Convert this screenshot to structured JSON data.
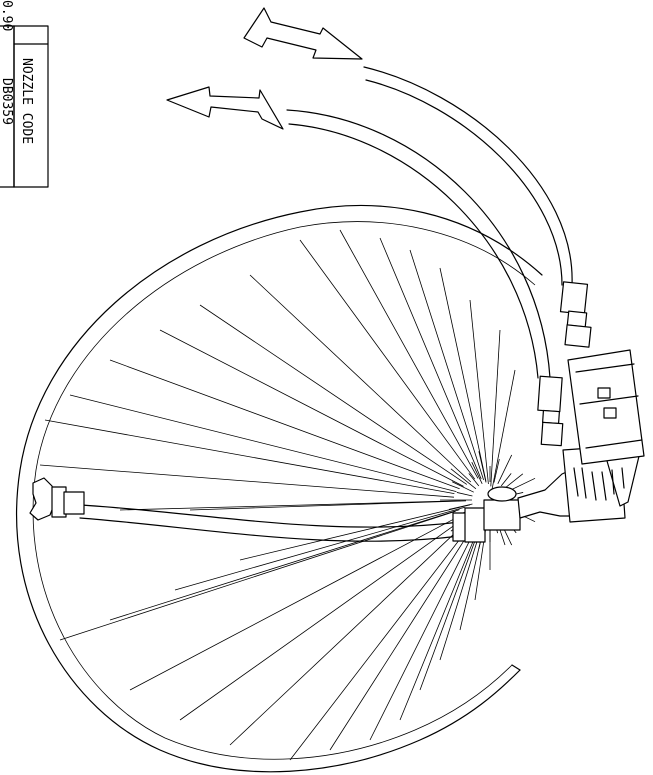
{
  "title_block": {
    "header": "NOZZLE CODE",
    "code_value": "DB0359",
    "size_value": "0.90"
  }
}
